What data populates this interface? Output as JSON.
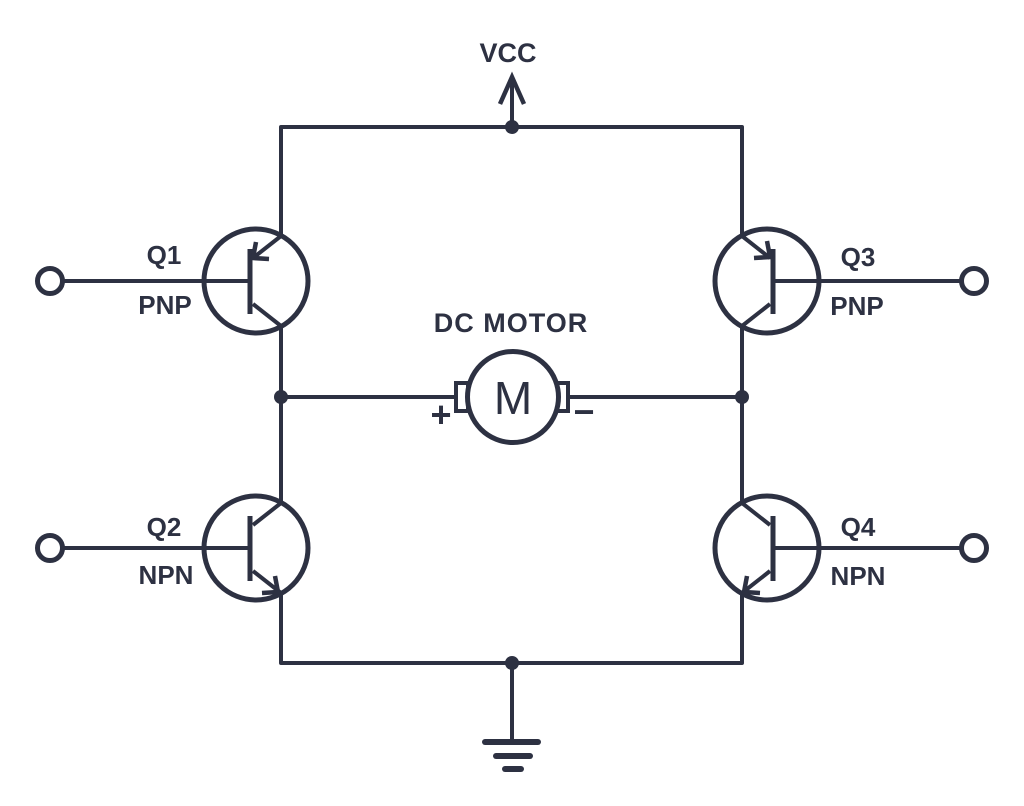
{
  "labels": {
    "vcc": "VCC",
    "dc_motor": "DC MOTOR",
    "motor_symbol": "M",
    "motor_positive": "+",
    "motor_negative": "−"
  },
  "transistors": {
    "q1": {
      "name": "Q1",
      "type": "PNP"
    },
    "q2": {
      "name": "Q2",
      "type": "NPN"
    },
    "q3": {
      "name": "Q3",
      "type": "PNP"
    },
    "q4": {
      "name": "Q4",
      "type": "NPN"
    }
  },
  "colors": {
    "line": "#2d3142",
    "background": "#ffffff"
  }
}
